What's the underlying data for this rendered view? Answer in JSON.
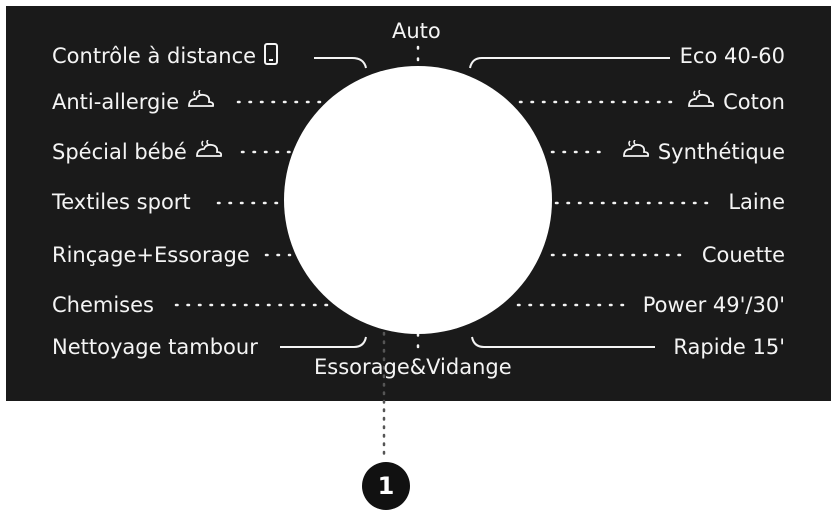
{
  "program_dial": {
    "top_label": "Auto",
    "bottom_label": "Essorage&Vidange",
    "left_programs": [
      {
        "label": "Contrôle à distance",
        "icon": "phone-icon"
      },
      {
        "label": "Anti-allergie",
        "icon": "steam-icon"
      },
      {
        "label": "Spécial bébé",
        "icon": "steam-icon"
      },
      {
        "label": "Textiles sport",
        "icon": ""
      },
      {
        "label": "Rinçage+Essorage",
        "icon": ""
      },
      {
        "label": "Chemises",
        "icon": ""
      },
      {
        "label": "Nettoyage tambour",
        "icon": ""
      }
    ],
    "right_programs": [
      {
        "label": "Eco 40-60",
        "icon": ""
      },
      {
        "label": "Coton",
        "icon": "steam-icon"
      },
      {
        "label": "Synthétique",
        "icon": "steam-icon"
      },
      {
        "label": "Laine",
        "icon": ""
      },
      {
        "label": "Couette",
        "icon": ""
      },
      {
        "label": "Power 49'/30'",
        "icon": ""
      },
      {
        "label": "Rapide 15'",
        "icon": ""
      }
    ]
  },
  "callout": {
    "number": "1"
  },
  "colors": {
    "panel": "#1a1a1a",
    "text": "#f4f4f4",
    "dial": "#ffffff",
    "callout": "#111111"
  }
}
